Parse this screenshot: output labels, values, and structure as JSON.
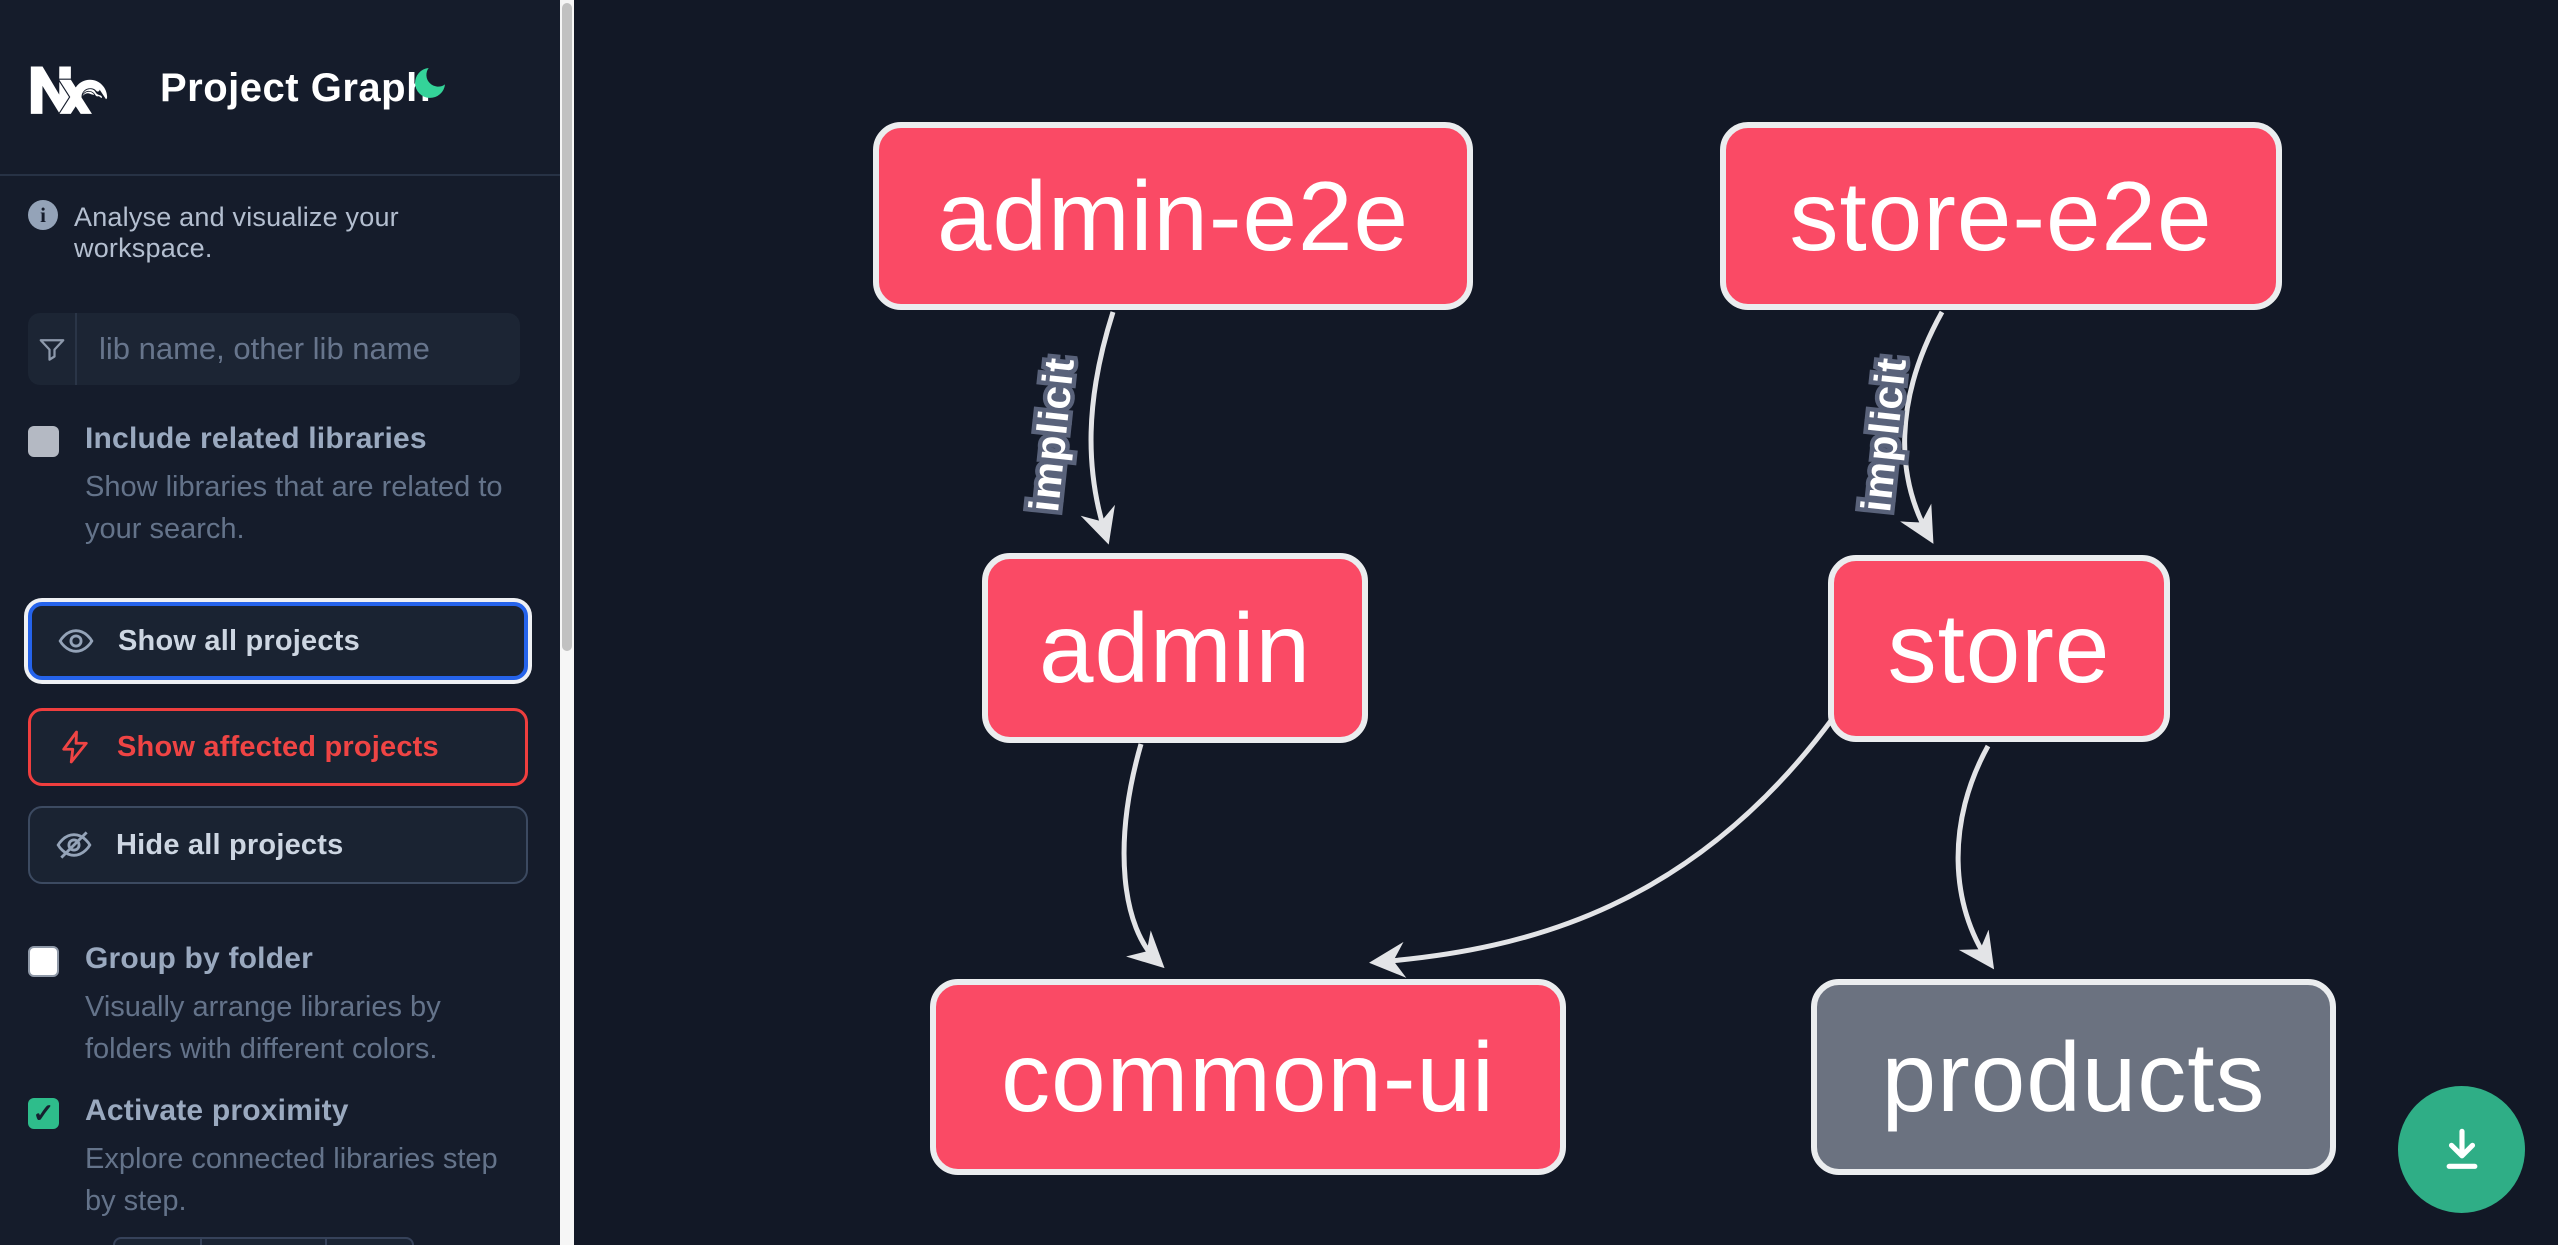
{
  "header": {
    "title": "Project Graph",
    "logo": "nx-logo",
    "theme_icon": "moon-icon"
  },
  "sidebar": {
    "tagline": "Analyse and visualize your workspace.",
    "search": {
      "placeholder": "lib name, other lib name",
      "value": ""
    },
    "options": [
      {
        "label": "Include related libraries",
        "description": "Show libraries that are related to\nyour search.",
        "checked": false
      },
      {
        "label": "Group by folder",
        "description": "Visually arrange libraries by\nfolders with different colors.",
        "checked": false
      },
      {
        "label": "Activate proximity",
        "description": "Explore connected libraries step\nby step.",
        "checked": true
      }
    ],
    "actions": [
      {
        "label": "Show all projects",
        "icon": "eye-icon",
        "state": "focused"
      },
      {
        "label": "Show affected projects",
        "icon": "bolt-icon",
        "variant": "affected"
      },
      {
        "label": "Hide all projects",
        "icon": "eye-off-icon",
        "variant": "default"
      }
    ],
    "check_glyph": "✓"
  },
  "graph": {
    "nodes": [
      {
        "id": "admin-e2e",
        "label": "admin-e2e",
        "kind": "app",
        "color": "#fa4a65"
      },
      {
        "id": "store-e2e",
        "label": "store-e2e",
        "kind": "app",
        "color": "#fa4a65"
      },
      {
        "id": "admin",
        "label": "admin",
        "kind": "app",
        "color": "#fa4a65"
      },
      {
        "id": "store",
        "label": "store",
        "kind": "app",
        "color": "#fa4a65"
      },
      {
        "id": "common-ui",
        "label": "common-ui",
        "kind": "lib",
        "color": "#fa4a65"
      },
      {
        "id": "products",
        "label": "products",
        "kind": "lib",
        "color": "#6b7280"
      }
    ],
    "edges": [
      {
        "from": "admin-e2e",
        "to": "admin",
        "label": "implicit"
      },
      {
        "from": "store-e2e",
        "to": "store",
        "label": "implicit"
      },
      {
        "from": "admin",
        "to": "common-ui",
        "label": ""
      },
      {
        "from": "store",
        "to": "common-ui",
        "label": ""
      },
      {
        "from": "store",
        "to": "products",
        "label": ""
      }
    ]
  },
  "fab": {
    "icon": "download-icon"
  },
  "colors": {
    "sidebar_bg": "#151c2b",
    "canvas_bg": "#121826",
    "node_pink": "#fa4a65",
    "node_gray": "#6b7280",
    "node_border": "#ebedef",
    "edge": "#e3e4e7",
    "focus_blue": "#2563eb",
    "affected_red": "#ef4444",
    "accent_teal": "#2ebd8b"
  }
}
